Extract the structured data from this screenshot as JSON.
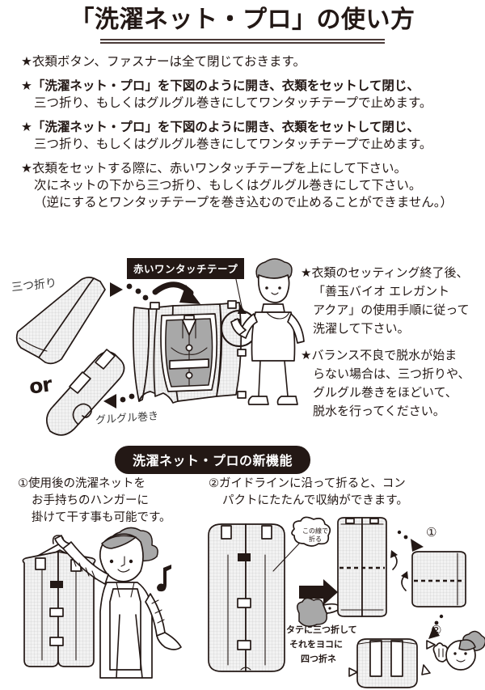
{
  "title": "「洗濯ネット・プロ」の使い方",
  "bullets": [
    {
      "lines": [
        {
          "text": "★衣類ボタン、ファスナーは全て閉じておきます。",
          "indent": false,
          "bold": false
        }
      ]
    },
    {
      "lines": [
        {
          "text": "★「洗濯ネット・プロ」を下図のように開き、衣類をセットして閉じ、",
          "indent": false,
          "bold": true
        },
        {
          "text": "三つ折り、もしくはグルグル巻きにしてワンタッチテープで止めます。",
          "indent": true,
          "bold": false
        }
      ]
    },
    {
      "lines": [
        {
          "text": "★「洗濯ネット・プロ」を下図のように開き、衣類をセットして閉じ、",
          "indent": false,
          "bold": true
        },
        {
          "text": "三つ折り、もしくはグルグル巻きにしてワンタッチテープで止めます。",
          "indent": true,
          "bold": false
        }
      ]
    },
    {
      "lines": [
        {
          "text": "★衣類をセットする際に、赤いワンタッチテープを上にして下さい。",
          "indent": false,
          "bold": false
        },
        {
          "text": "次にネットの下から三つ折り、もしくはグルグル巻きにして下さい。",
          "indent": true,
          "bold": false
        },
        {
          "text": "（逆にするとワンタッチテープを巻き込むので止めることができません。）",
          "indent": true,
          "bold": false
        }
      ]
    }
  ],
  "tape_label": "赤いワンタッチテープ",
  "hand_labels": {
    "trifold": "三つ折り",
    "roll": "グルグル巻き",
    "or": "or"
  },
  "right_notes": [
    {
      "lines": [
        {
          "text": "★衣類のセッティング終了後、",
          "indent": false
        },
        {
          "text": "「善玉バイオ エレガント",
          "indent": true
        },
        {
          "text": "アクア」の使用手順に従って",
          "indent": true
        },
        {
          "text": "洗濯して下さい。",
          "indent": true
        }
      ]
    },
    {
      "lines": [
        {
          "text": "★バランス不良で脱水が始ま",
          "indent": false
        },
        {
          "text": "らない場合は、三つ折りや、",
          "indent": true
        },
        {
          "text": "グルグル巻きをほどいて、",
          "indent": true
        },
        {
          "text": "脱水を行ってください。",
          "indent": true
        }
      ]
    }
  ],
  "section_pill": "洗濯ネット・プロの新機能",
  "numbered": [
    {
      "lines": [
        {
          "text": "①使用後の洗濯ネットを",
          "indent": false
        },
        {
          "text": "お手持ちのハンガーに",
          "indent": true
        },
        {
          "text": "掛けて干す事も可能です。",
          "indent": true
        }
      ]
    },
    {
      "lines": [
        {
          "text": "②ガイドラインに沿って折ると、コン",
          "indent": false
        },
        {
          "text": "パクトにたたんで収納ができます。",
          "indent": true
        }
      ]
    }
  ],
  "bubble": {
    "line1": "この線で",
    "line2": "折る"
  },
  "fold_notes": {
    "line1": "タテに三つ折して",
    "line2": "それをヨコに",
    "line3": "四つ折ネ"
  },
  "step_markers": {
    "one": "①",
    "two": "②"
  },
  "colors": {
    "ink": "#231815",
    "rule": "#4a3b38",
    "mesh": "#e9e9e9",
    "gray": "#a8a8a8"
  }
}
